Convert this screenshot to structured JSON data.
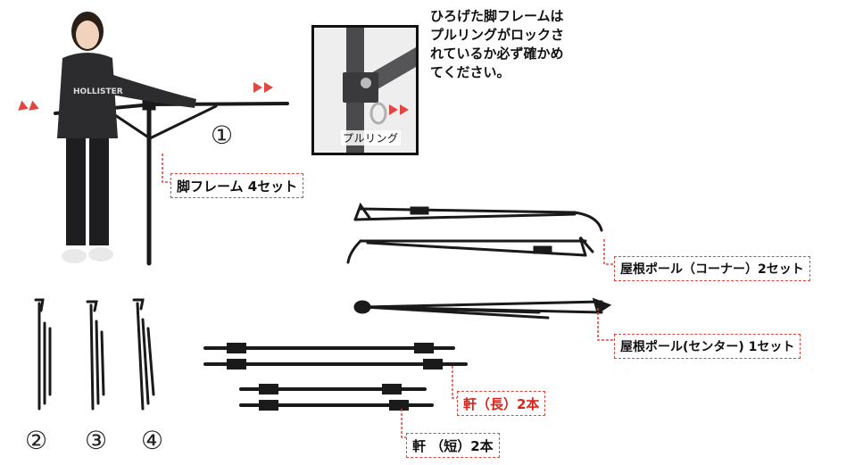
{
  "inset": {
    "caption": "プルリング"
  },
  "note": {
    "lines": [
      "ひろげた脚フレームは",
      "プルリングがロックさ",
      "れているか必ず確かめ",
      "てください。"
    ]
  },
  "labels": {
    "leg_frame": "脚フレーム 4セット",
    "roof_pole_corner": "屋根ポール（コーナー）2セット",
    "roof_pole_center": "屋根ポール(センター) 1セット",
    "eave_long": "軒（長）2本",
    "eave_short": "軒 （短）2本"
  },
  "numerals": {
    "n1": "①",
    "n2": "②",
    "n3": "③",
    "n4": "④"
  },
  "colors": {
    "accent_red": "#e0473f",
    "label_red_text": "#d9241c",
    "pole": "#1a1a1a"
  }
}
